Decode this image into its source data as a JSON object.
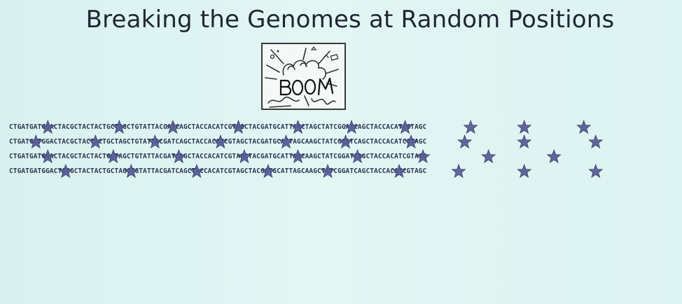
{
  "title": "Breaking the Genomes at Random Positions",
  "boom_label": "BOOM",
  "sequences": [
    "CTGATGATGGACTACGCTACTACTGCTAGCTGTATTACGATCAGCTACCACATCGTAGCTACGATGCATTAGCTAGCTATCGGATCAGCTACCACATCGTAGC",
    "CTGATGATGGACTACGCTACTACTGCTAGCTGTATTACGATCAGCTACCACATCGTAGCTACGATGCATTAGCAAGCTATCGGATCAGCTACCACATCGTAGC",
    "CTGATGATGGACTACGCTACTACTGCTAGCTGTATTACGATCAGCTACCACATCGTAGCTACGATGCATTAGCAAGCTATCGGATCAGCTACCACATCGTAGC",
    "CTGATGATGGACTACGCTACTACTGCTAGCTGTATTACGATCAGCTACCACATCGTAGCTACGATGCATTAGCAAGCTATCGGATCAGCTACCACATCGTAGC"
  ],
  "break_positions": [
    [
      6,
      18,
      27,
      38,
      48,
      57,
      66,
      77,
      86,
      96
    ],
    [
      4,
      14,
      24,
      35,
      46,
      56,
      67,
      76,
      86,
      98
    ],
    [
      6,
      17,
      28,
      39,
      48,
      58,
      69,
      80,
      91
    ],
    [
      9,
      20,
      31,
      43,
      53,
      65,
      75,
      86,
      98
    ]
  ],
  "colors": {
    "background": "#ddf3f1",
    "title_text": "#1f2633",
    "sequence_text": "#2b3550",
    "star_fill": "#565b95",
    "star_stroke": "#2c2f5e"
  },
  "icons": {
    "explosion": "boom-explosion-icon",
    "break_marker": "star-icon"
  }
}
